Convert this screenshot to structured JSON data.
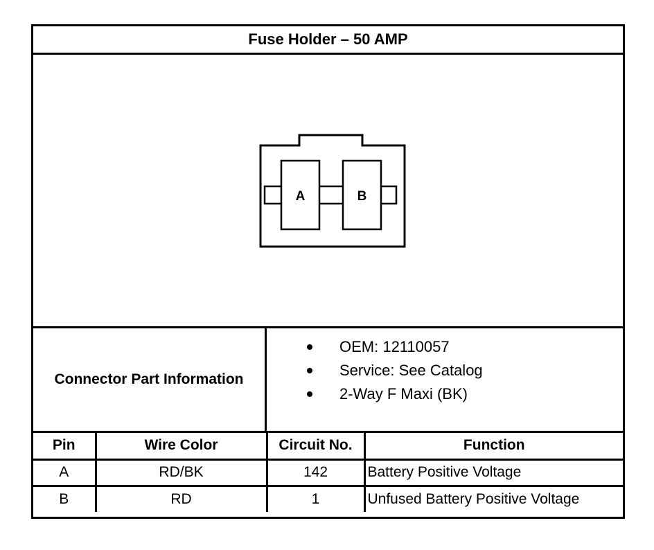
{
  "title": "Fuse Holder – 50 AMP",
  "diagram": {
    "pin_a_label": "A",
    "pin_b_label": "B"
  },
  "connector_info": {
    "label": "Connector Part Information",
    "items": [
      "OEM: 12110057",
      "Service: See Catalog",
      "2-Way F Maxi (BK)"
    ]
  },
  "table": {
    "headers": [
      "Pin",
      "Wire Color",
      "Circuit No.",
      "Function"
    ],
    "rows": [
      [
        "A",
        "RD/BK",
        "142",
        "Battery Positive Voltage"
      ],
      [
        "B",
        "RD",
        "1",
        "Unfused Battery Positive Voltage"
      ]
    ]
  }
}
